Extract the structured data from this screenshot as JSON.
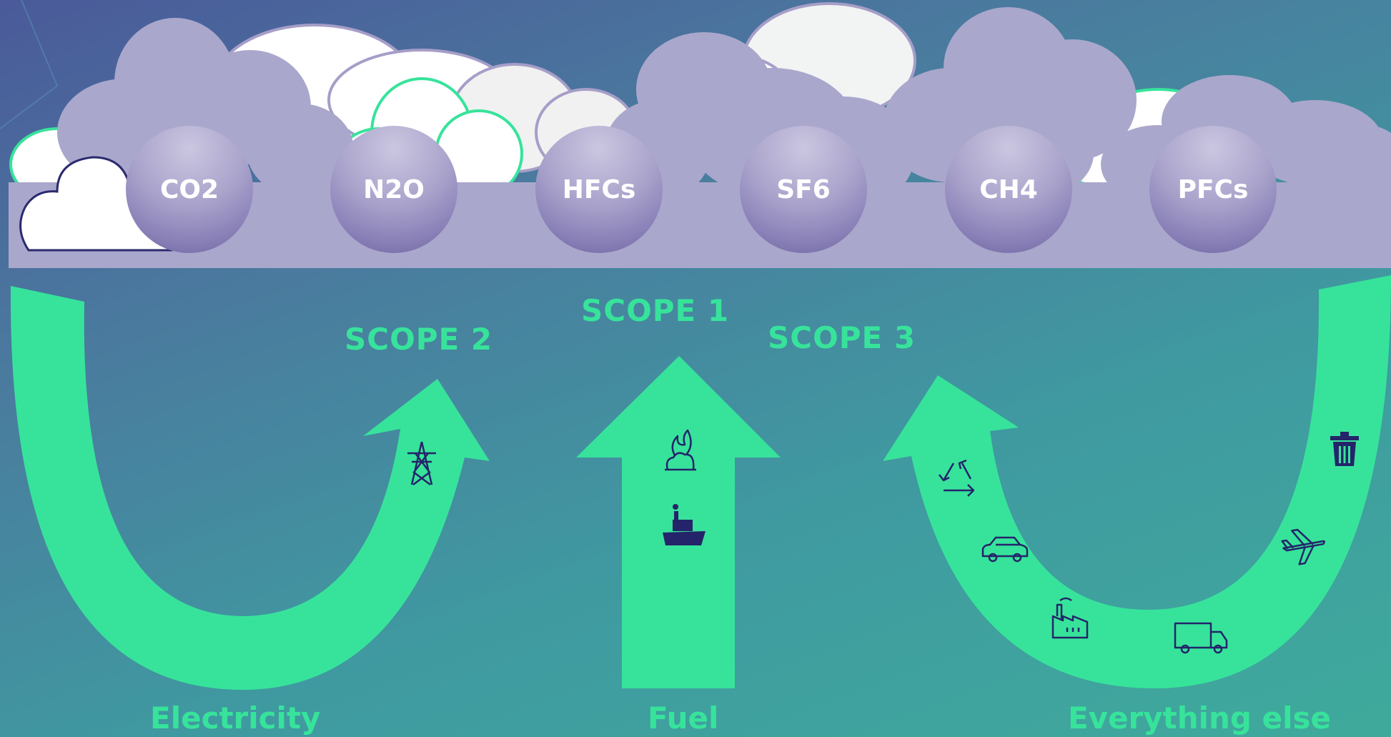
{
  "gases": [
    "CO2",
    "N2O",
    "HFCs",
    "SF6",
    "CH4",
    "PFCs"
  ],
  "scopes": {
    "scope1": "SCOPE 1",
    "scope2": "SCOPE 2",
    "scope3": "SCOPE 3"
  },
  "sources": {
    "electricity": "Electricity",
    "fuel": "Fuel",
    "everything_else": "Everything else"
  },
  "colors": {
    "accent_green": "#37e39b",
    "cloud_purple": "#aaa7cc",
    "icon_navy": "#24246a"
  },
  "icons": [
    "power-pylon-icon",
    "fire-icon",
    "ship-icon",
    "recycle-icon",
    "car-icon",
    "factory-icon",
    "truck-icon",
    "airplane-icon",
    "trash-icon"
  ]
}
